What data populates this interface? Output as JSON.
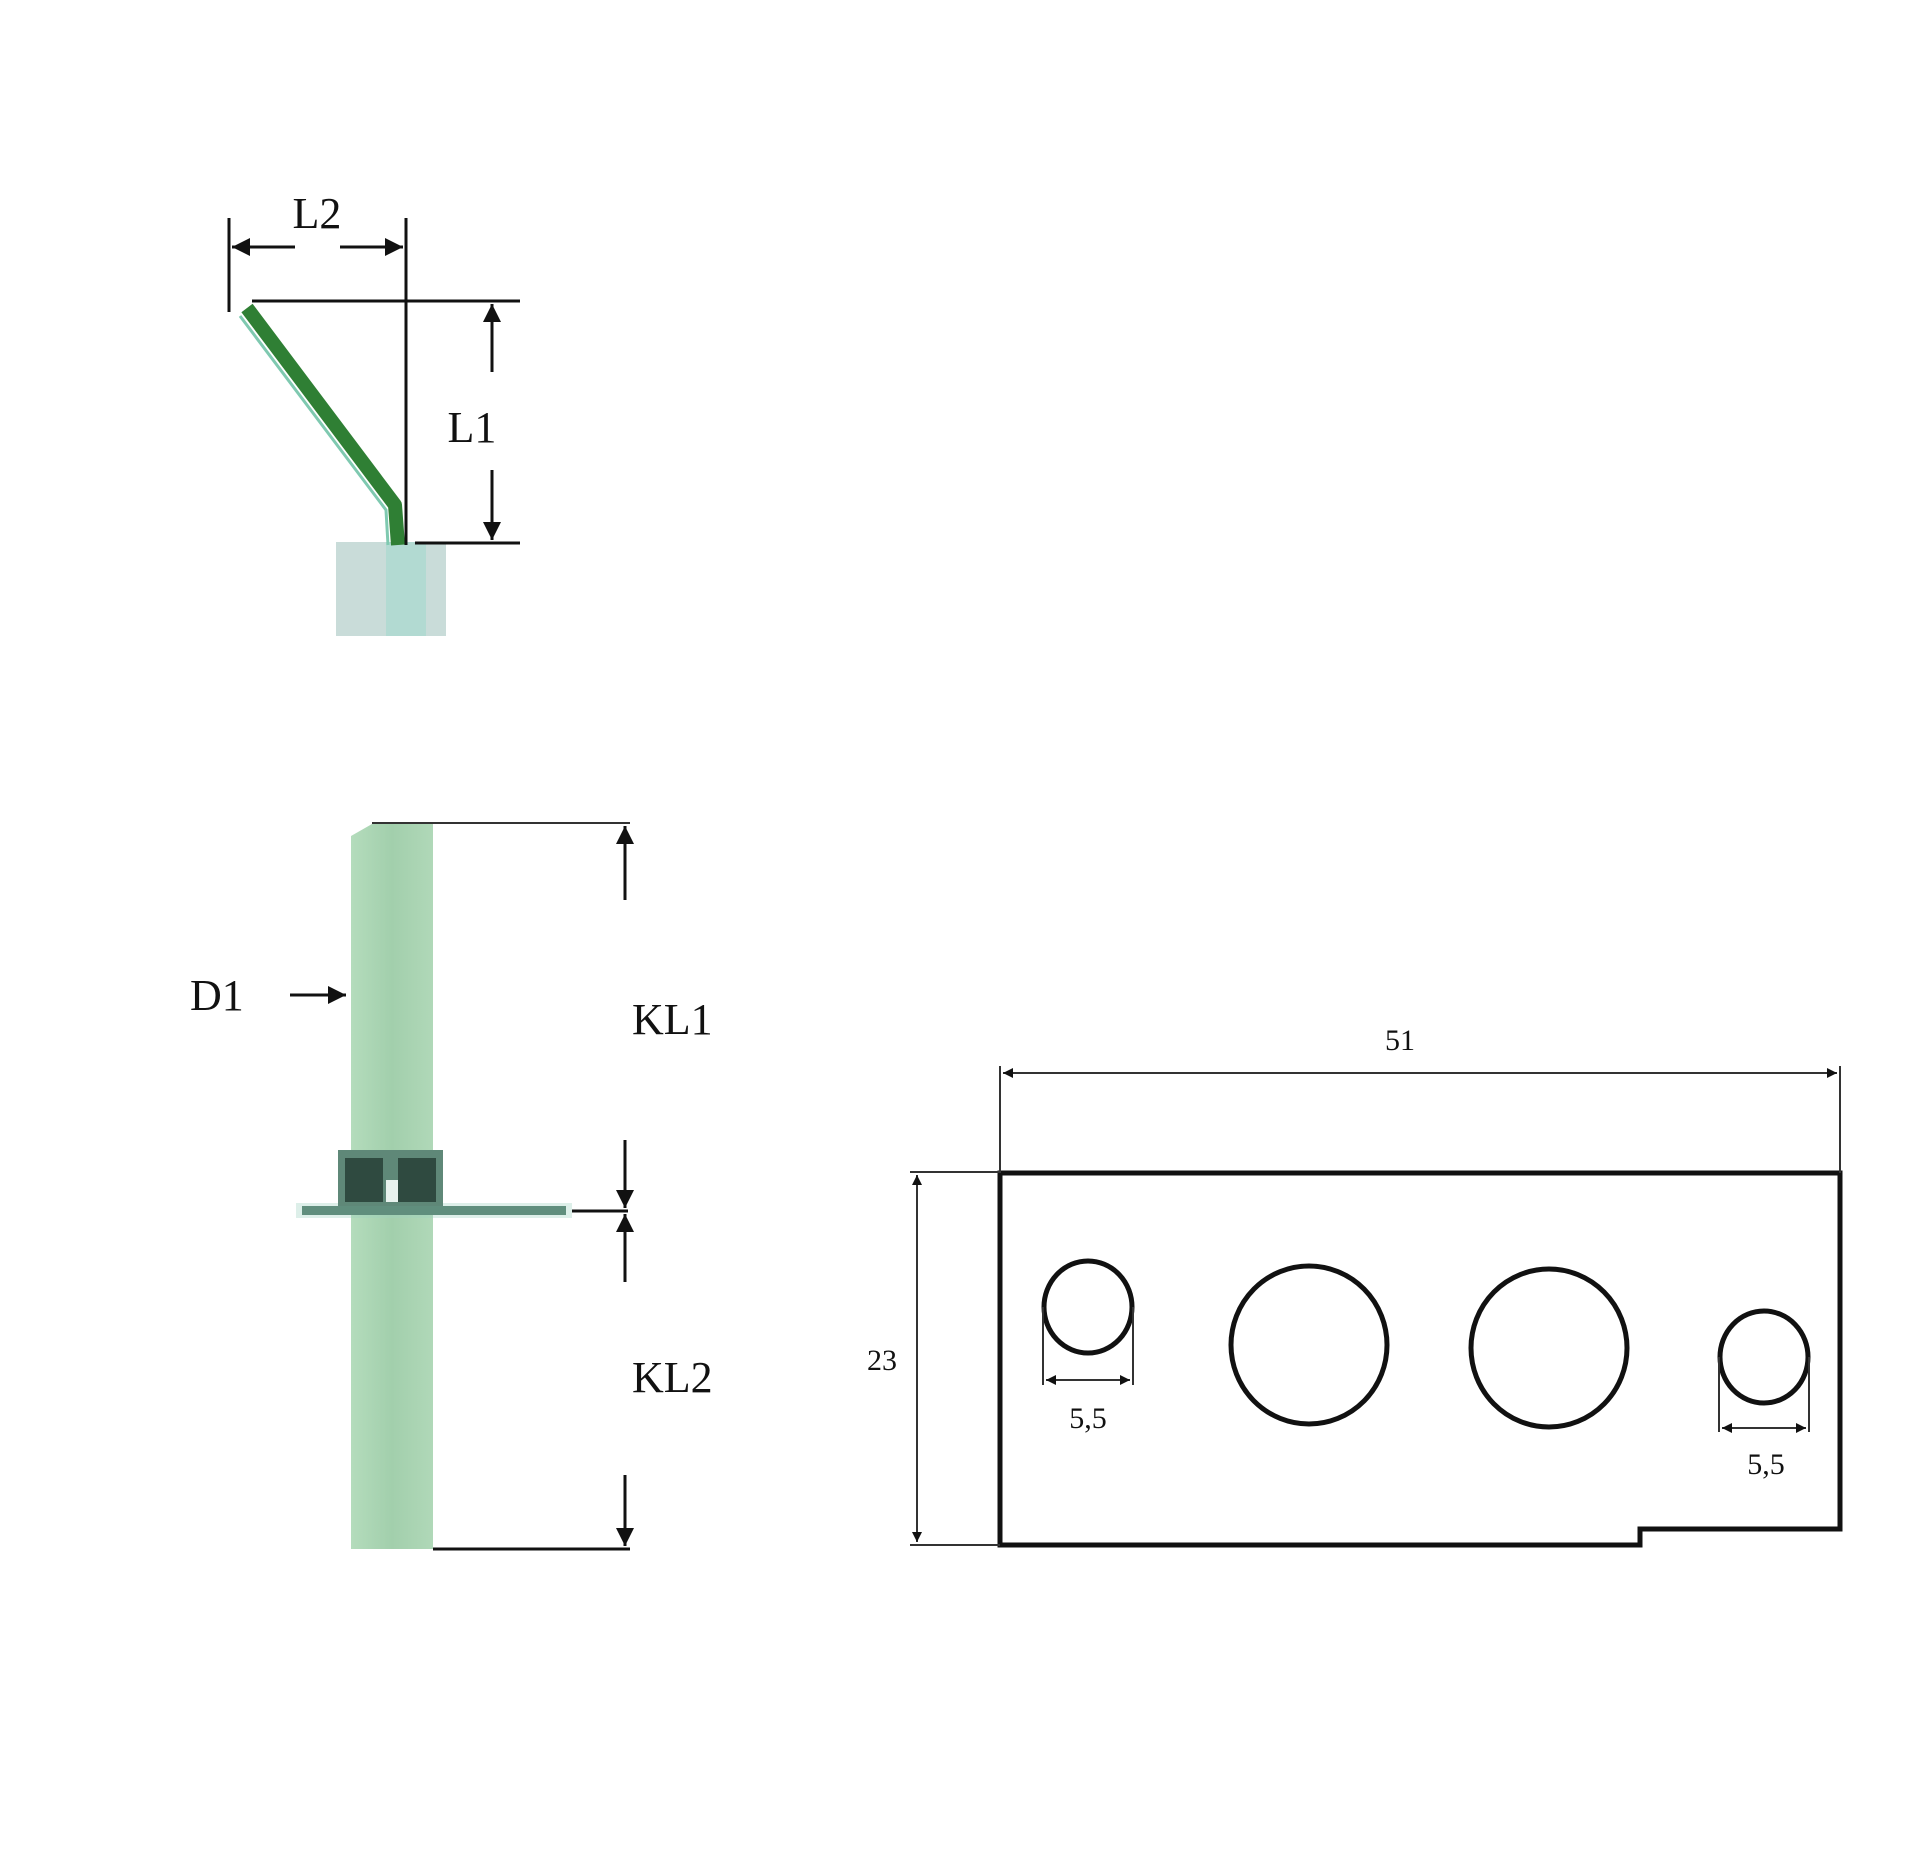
{
  "top_view": {
    "labels": {
      "l2": "L2",
      "l1": "L1"
    },
    "colors": {
      "electrode": "#2e7d32",
      "insulator": "#c8dcd8"
    }
  },
  "side_view": {
    "labels": {
      "d1": "D1",
      "kl1": "KL1",
      "kl2": "KL2"
    },
    "colors": {
      "rod": "#a8d4b0",
      "nut": "#4a6a60"
    }
  },
  "bracket": {
    "labels": {
      "width": "51",
      "height": "23",
      "hole_left": "5,5",
      "hole_right": "5,5"
    }
  }
}
